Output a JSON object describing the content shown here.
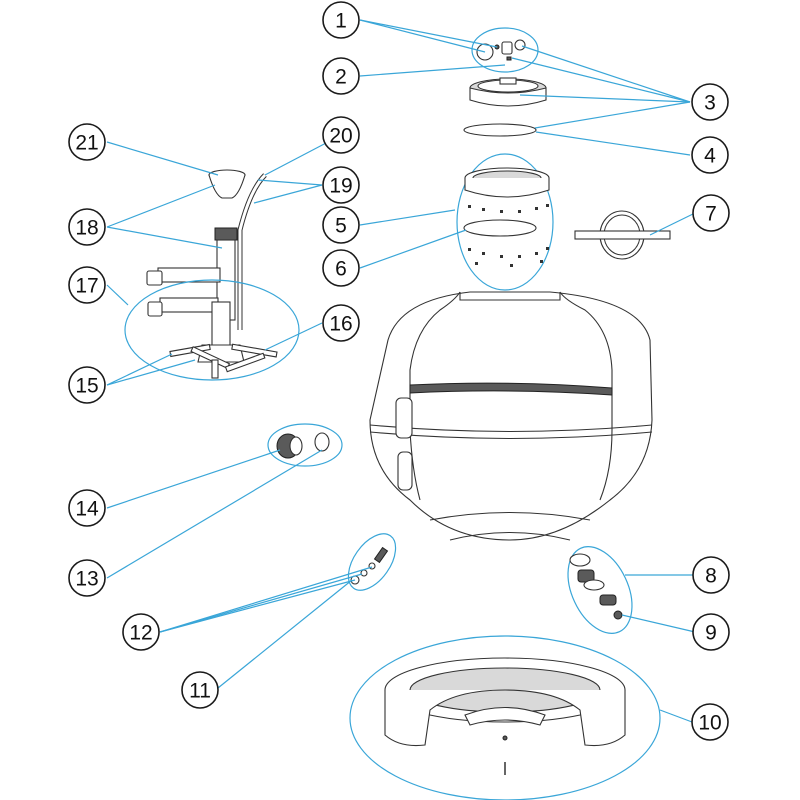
{
  "diagram": {
    "callouts": [
      {
        "id": "1",
        "label": "1"
      },
      {
        "id": "2",
        "label": "2"
      },
      {
        "id": "3",
        "label": "3"
      },
      {
        "id": "4",
        "label": "4"
      },
      {
        "id": "5",
        "label": "5"
      },
      {
        "id": "6",
        "label": "6"
      },
      {
        "id": "7",
        "label": "7"
      },
      {
        "id": "8",
        "label": "8"
      },
      {
        "id": "9",
        "label": "9"
      },
      {
        "id": "10",
        "label": "10"
      },
      {
        "id": "11",
        "label": "11"
      },
      {
        "id": "12",
        "label": "12"
      },
      {
        "id": "13",
        "label": "13"
      },
      {
        "id": "14",
        "label": "14"
      },
      {
        "id": "15",
        "label": "15"
      },
      {
        "id": "16",
        "label": "16"
      },
      {
        "id": "17",
        "label": "17"
      },
      {
        "id": "18",
        "label": "18"
      },
      {
        "id": "19",
        "label": "19"
      },
      {
        "id": "20",
        "label": "20"
      },
      {
        "id": "21",
        "label": "21"
      }
    ],
    "colors": {
      "leader": "#3aa6d8",
      "outline": "#333333",
      "circle_stroke": "#1a1a1a"
    }
  }
}
